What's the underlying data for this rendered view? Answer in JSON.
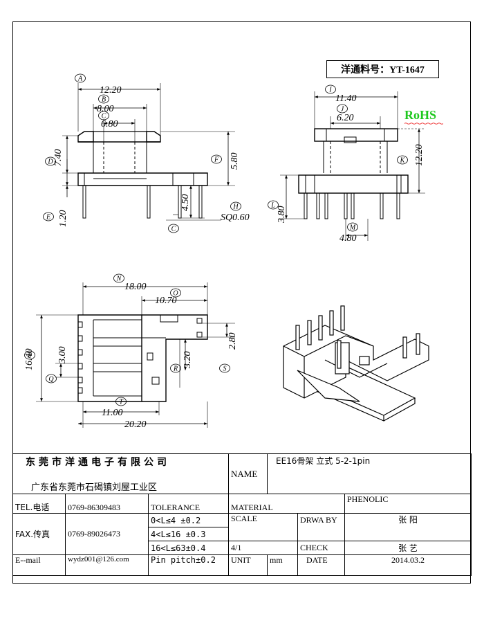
{
  "part_number_label": "洋通料号：YT-1647",
  "rohs": "RoHS",
  "dimensions": {
    "A": "12.20",
    "B": "8.00",
    "C_top": "6.80",
    "D": "7.40",
    "E": "1.20",
    "F": "5.80",
    "G": "4.50",
    "H": "SQ0.60",
    "I": "11.40",
    "J": "6.20",
    "K": "12.20",
    "L": "3.80",
    "M": "4.80",
    "N": "18.00",
    "O": "10.70",
    "P": "16.40",
    "Q": "3.00",
    "R": "3.20",
    "S": "2.80",
    "T": "11.00",
    "U": "20.20"
  },
  "callout_letters": [
    "A",
    "B",
    "C",
    "D",
    "E",
    "F",
    "G",
    "H",
    "I",
    "J",
    "K",
    "L",
    "M",
    "N",
    "O",
    "P",
    "Q",
    "R",
    "S",
    "T"
  ],
  "title_block": {
    "company": "东莞市洋通电子有限公司",
    "address": "广东省东莞市石碣镇刘屋工业区",
    "name_label": "NAME",
    "name_value": "EE16骨架 立式 5-2-1pin",
    "tel_label": "TEL.电话",
    "tel_value": "0769-86309483",
    "tolerance_label": "TOLERANCE",
    "material_label": "MATERIAL",
    "material_value": "PHENOLIC",
    "fax_label": "FAX.传真",
    "fax_value": "0769-89026473",
    "tol_1": "0<L≤4  ±0.2",
    "tol_2": "4<L≤16 ±0.3",
    "tol_3": "16<L≤63±0.4",
    "scale_label": "SCALE",
    "scale_value": "4/1",
    "drwa_label": "DRWA BY",
    "drwa_value": "张 阳",
    "check_label": "CHECK",
    "check_value": "张 艺",
    "email_label": "E--mail",
    "email_value": "wydz001@126.com",
    "pin_pitch": "Pin pitch±0.2",
    "unit_label": "UNIT",
    "unit_value": "mm",
    "date_label": "DATE",
    "date_value": "2014.03.2"
  }
}
